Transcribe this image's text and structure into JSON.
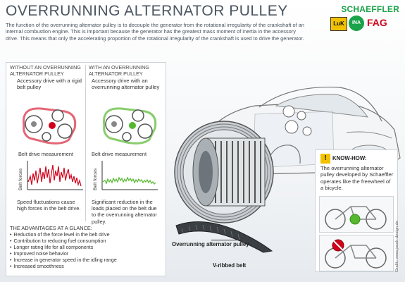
{
  "header": {
    "title": "OVERRUNNING ALTERNATOR PULLEY",
    "brand": "SCHAEFFLER",
    "logos": {
      "luk": "LuK",
      "ina": "INA",
      "fag": "FAG"
    }
  },
  "intro": "The function of the overrunning alternator pulley is to decouple the generator from the rotational irregularity of the crankshaft of an internal combustion engine. This is important because the generator has the greatest mass moment of inertia in the accessory drive. This means that only the accelerating proportion of the rotational irregularity of the crankshaft is used to drive the generator.",
  "left_col": {
    "heading": "WITHOUT AN OVERRUNNING ALTERNATOR PULLEY",
    "sub": "Accessory drive with a rigid belt pulley",
    "bd_label": "Belt drive measurement",
    "axis_label": "Belt forces",
    "note": "Speed fluctuations cause high forces in the belt drive."
  },
  "right_col": {
    "heading": "WITH AN OVERRUNNING ALTERNATOR PULLEY",
    "sub": "Accessory drive with an overrunning alternator pulley",
    "bd_label": "Belt drive measurement",
    "axis_label": "Belt forces",
    "note": "Significant reduction in the loads placed on the belt due to the overrunning alternator pulley."
  },
  "advantages": {
    "title": "THE ADVANTAGES AT A GLANCE:",
    "items": [
      "Reduction of the force level in the belt drive",
      "Contribution to reducing fuel consumption",
      "Longer rating life for all components",
      "Improved noise behavior",
      "Increase in generator speed in the idling range",
      "Increased smoothness"
    ]
  },
  "callouts": {
    "pulley": "Overrunning alternator pulley",
    "belt": "V-ribbed belt"
  },
  "knowhow": {
    "icon": "!",
    "title": "KNOW-HOW:",
    "text": "The overrunning alternator pulley developed by Schaeffler operates like the freewheel of a bicycle."
  },
  "credit": "Grafik: www.josek-design.de",
  "colors": {
    "red": "#d0021b",
    "green": "#55b82e",
    "brand_green": "#1aa34a",
    "title_grey": "#4a5560"
  }
}
